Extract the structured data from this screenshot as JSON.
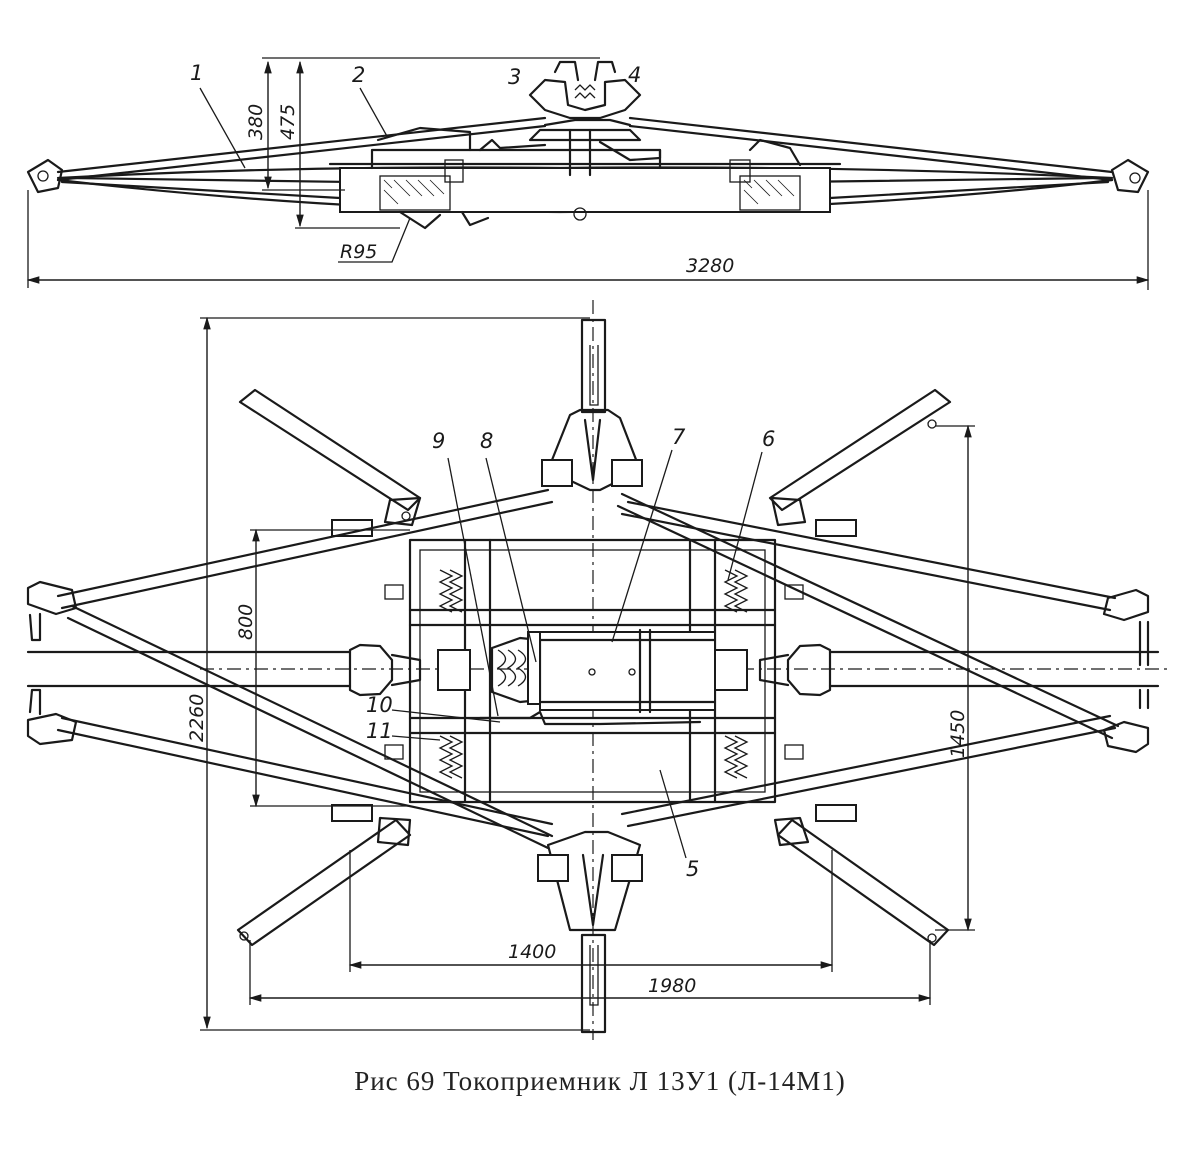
{
  "caption": "Рис  69  Токоприемник  Л 13У1  (Л-14М1)",
  "part_numbers": [
    "1",
    "2",
    "3",
    "4",
    "5",
    "6",
    "7",
    "8",
    "9",
    "10",
    "11"
  ],
  "dimensions": {
    "d380": "380",
    "d475": "475",
    "r95": "R95",
    "d3280": "3280",
    "d800": "800",
    "d2260": "2260",
    "d1450": "1450",
    "d1400": "1400",
    "d1980": "1980"
  }
}
